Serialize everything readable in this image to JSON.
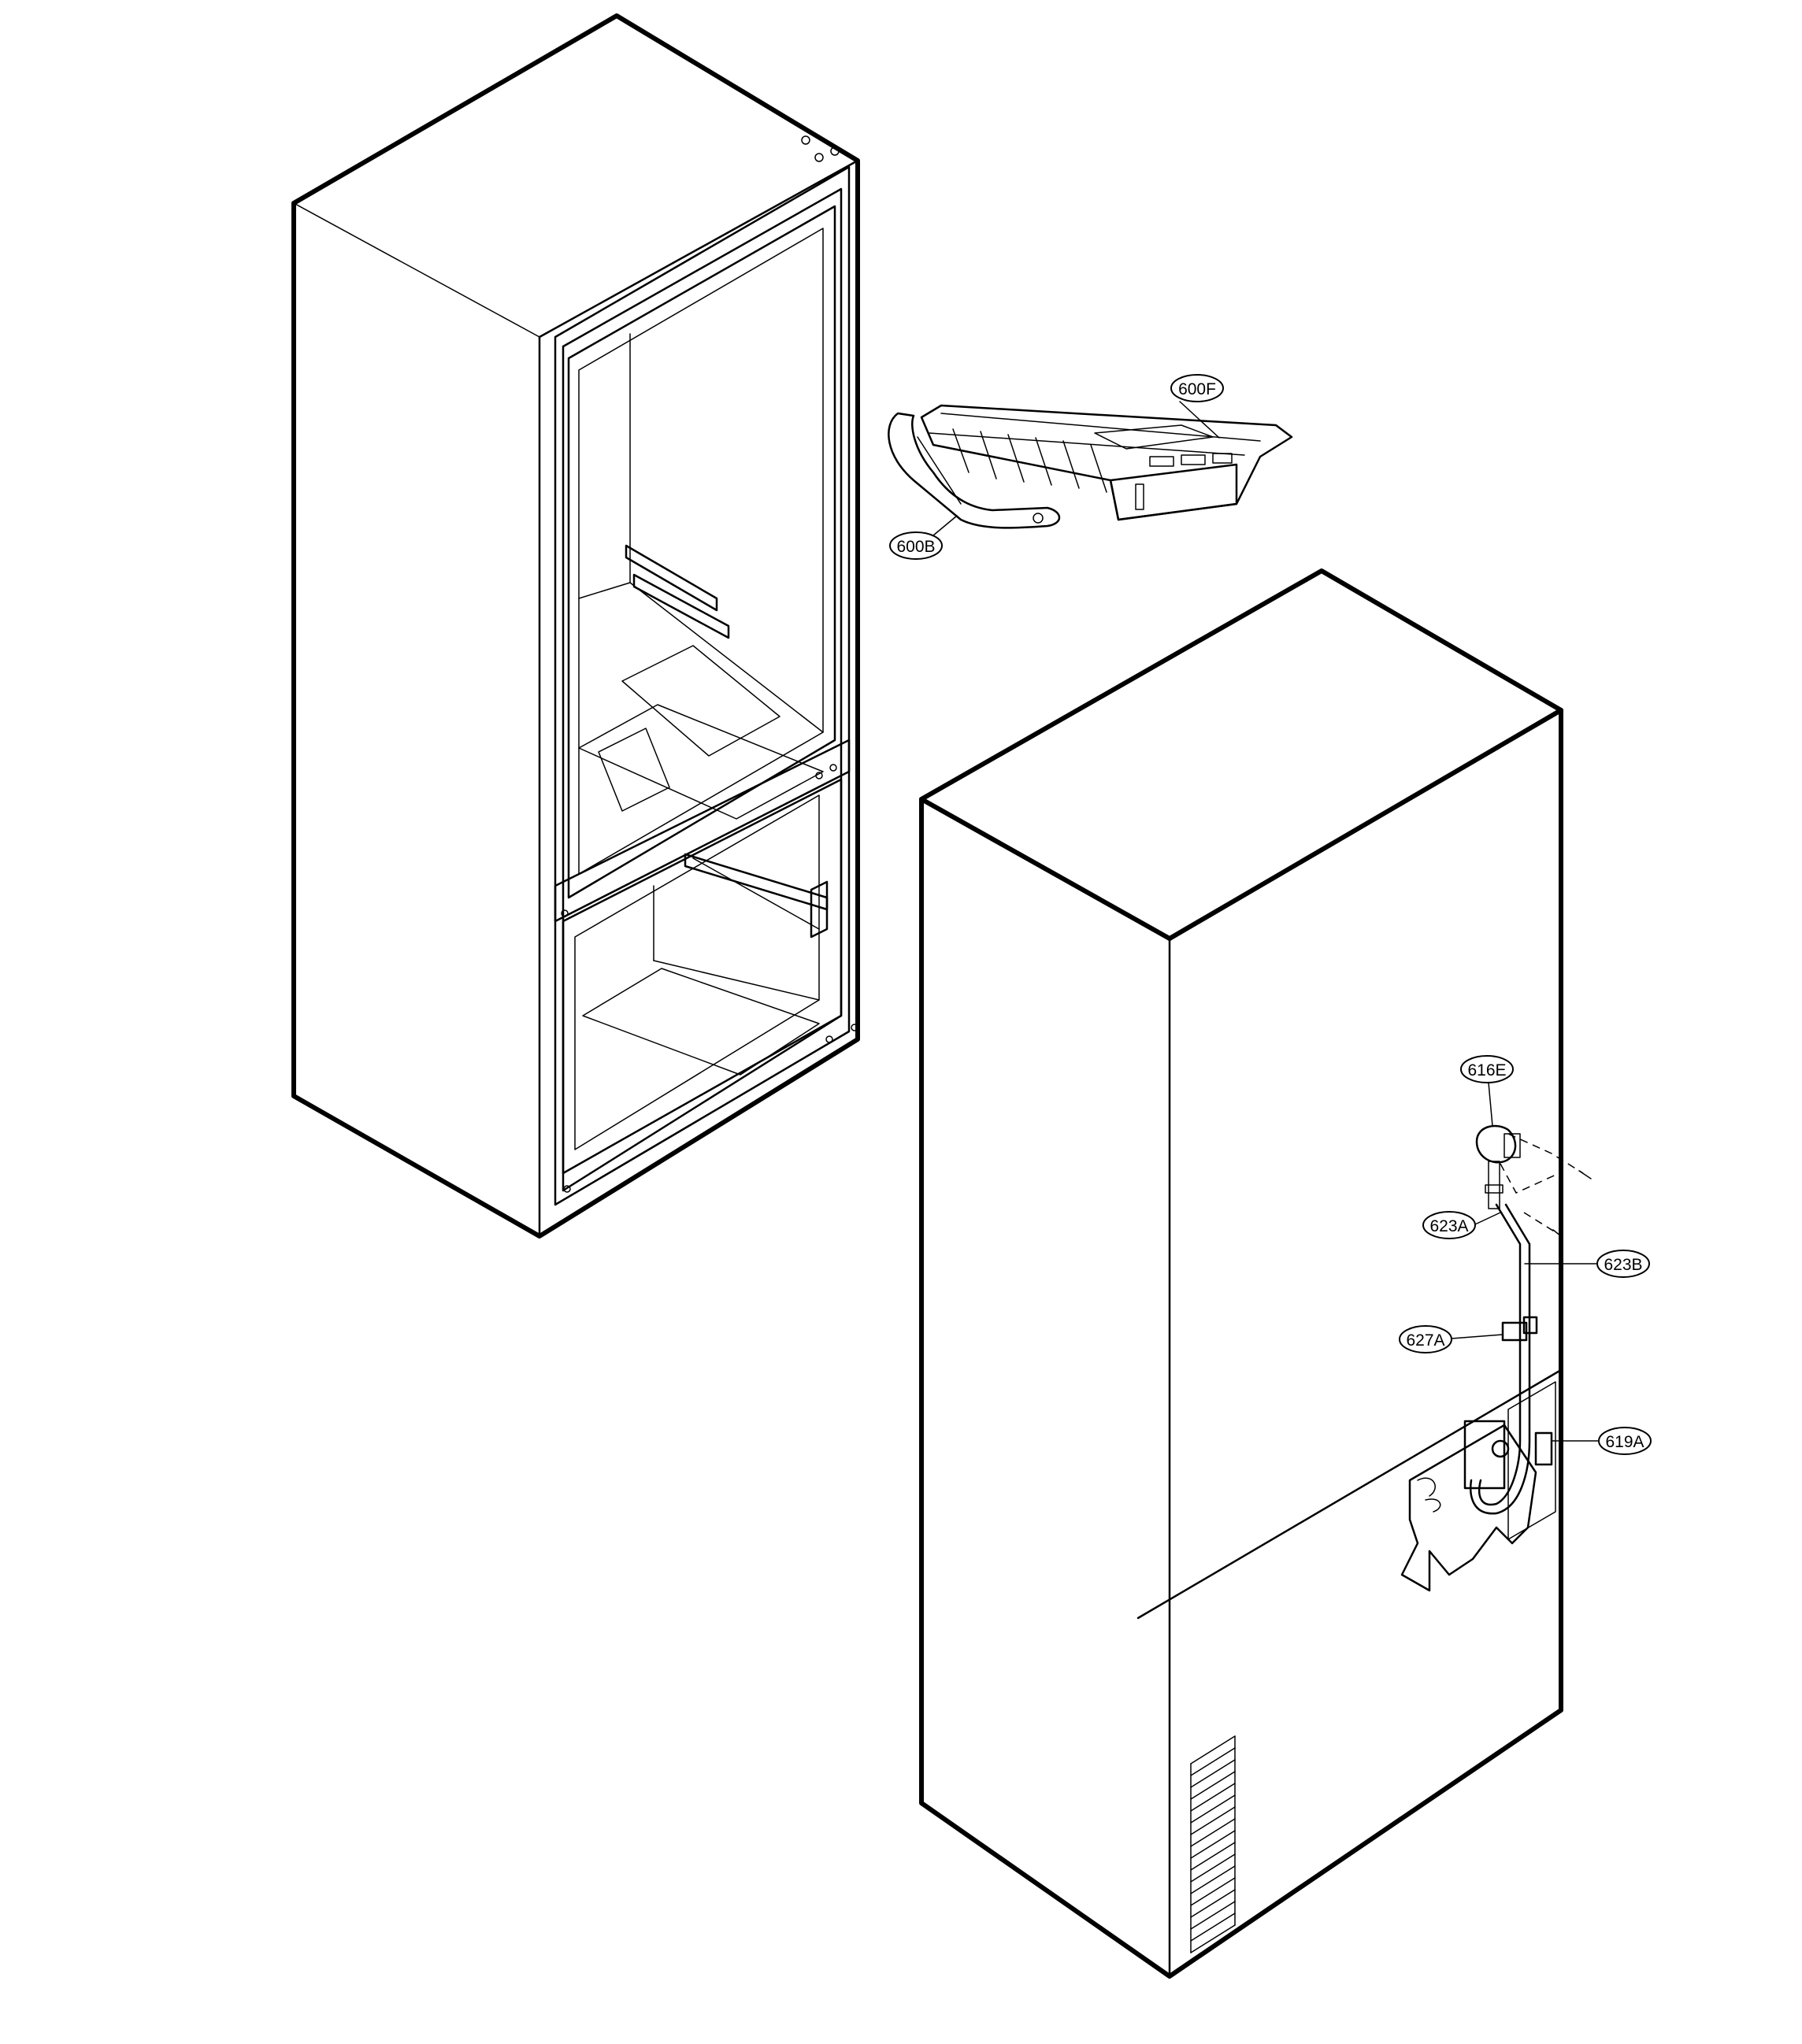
{
  "diagram": {
    "callouts": [
      {
        "id": "600F",
        "label": "600F"
      },
      {
        "id": "600B",
        "label": "600B"
      },
      {
        "id": "616E",
        "label": "616E"
      },
      {
        "id": "623A",
        "label": "623A"
      },
      {
        "id": "623B",
        "label": "623B"
      },
      {
        "id": "627A",
        "label": "627A"
      },
      {
        "id": "619A",
        "label": "619A"
      }
    ]
  }
}
